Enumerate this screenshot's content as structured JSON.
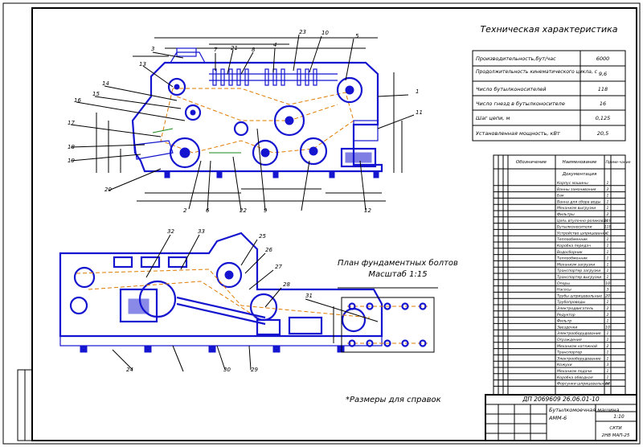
{
  "tech": {
    "title": "Техническая характеристика",
    "rows": [
      {
        "label": "Производительность,бут/час",
        "value": "6000"
      },
      {
        "label": "Продолжительность кинематического цикла, с",
        "value": "9,6"
      },
      {
        "label": "Число бутылконосителей",
        "value": "118"
      },
      {
        "label": "Число гнезд в бутылконосителе",
        "value": "16"
      },
      {
        "label": "Шаг цепи, м",
        "value": "0,125"
      },
      {
        "label": "Установленная мощность, кВт",
        "value": "20,5"
      }
    ]
  },
  "foundation": {
    "title": "План фундаментных болтов",
    "scale": "Масштаб 1:15"
  },
  "note": "*Размеры для справок",
  "title_block": {
    "code": "ДП 2069609 26.06.01-10",
    "name_line1": "Бутылкомоечная машина",
    "name_line2": "АММ-6",
    "sheet": "1:10",
    "org1": "СКТИ",
    "org2": "2НВ МАП-25"
  },
  "spec": {
    "col_headers": [
      "Обозначение",
      "Наименование",
      "Приме-чание"
    ],
    "section": "Документация",
    "items": [
      {
        "name": "Корпус машины",
        "qty": "1"
      },
      {
        "name": "Ванны замачивания",
        "qty": "2"
      },
      {
        "name": "Бак",
        "qty": "1"
      },
      {
        "name": "Ванна для сбора воды",
        "qty": "1"
      },
      {
        "name": "Механизм выгрузки",
        "qty": "1"
      },
      {
        "name": "Фильтры",
        "qty": "2"
      },
      {
        "name": "Цепь втулочно-роликовая",
        "qty": "118"
      },
      {
        "name": "Бутылконосители",
        "qty": "118"
      },
      {
        "name": "Устройство шприцевания",
        "qty": "1"
      },
      {
        "name": "Теплообменник",
        "qty": "1"
      },
      {
        "name": "Коробка передач",
        "qty": "1"
      },
      {
        "name": "Водосборник",
        "qty": "1"
      },
      {
        "name": "Теплообменник",
        "qty": "1"
      },
      {
        "name": "Механизм загрузки",
        "qty": "1"
      },
      {
        "name": "Транспортер загрузки",
        "qty": "1"
      },
      {
        "name": "Транспортер выгрузки",
        "qty": "1"
      },
      {
        "name": "Опоры",
        "qty": "10"
      },
      {
        "name": "Насосы",
        "qty": "3"
      },
      {
        "name": "Трубы шприцевальные",
        "qty": "20"
      },
      {
        "name": "Трубопроводы",
        "qty": "1"
      },
      {
        "name": "Электродвигатель",
        "qty": "2"
      },
      {
        "name": "Редуктор",
        "qty": "2"
      },
      {
        "name": "Фильтр",
        "qty": "1"
      },
      {
        "name": "Звездочки",
        "qty": "10"
      },
      {
        "name": "Электрооборудование",
        "qty": "1"
      },
      {
        "name": "Ограждения",
        "qty": "1"
      },
      {
        "name": "Механизм натяжной",
        "qty": "2"
      },
      {
        "name": "Транспортер",
        "qty": "1"
      },
      {
        "name": "Электрооборудование",
        "qty": "1"
      },
      {
        "name": "Кожухи",
        "qty": "3"
      },
      {
        "name": "Механизм подачи",
        "qty": "1"
      },
      {
        "name": "Коробка обводная",
        "qty": "1"
      },
      {
        "name": "Форсунки шприцевальные",
        "qty": "64"
      }
    ]
  },
  "callouts_top": [
    "1",
    "2",
    "3",
    "4",
    "5",
    "6",
    "7",
    "8",
    "9",
    "10",
    "11",
    "12",
    "13",
    "14",
    "15",
    "16",
    "17",
    "18",
    "19",
    "20",
    "21",
    "22",
    "23"
  ],
  "callouts_bottom": [
    "24",
    "25",
    "26",
    "27",
    "28",
    "29",
    "30",
    "31",
    "32",
    "33"
  ]
}
